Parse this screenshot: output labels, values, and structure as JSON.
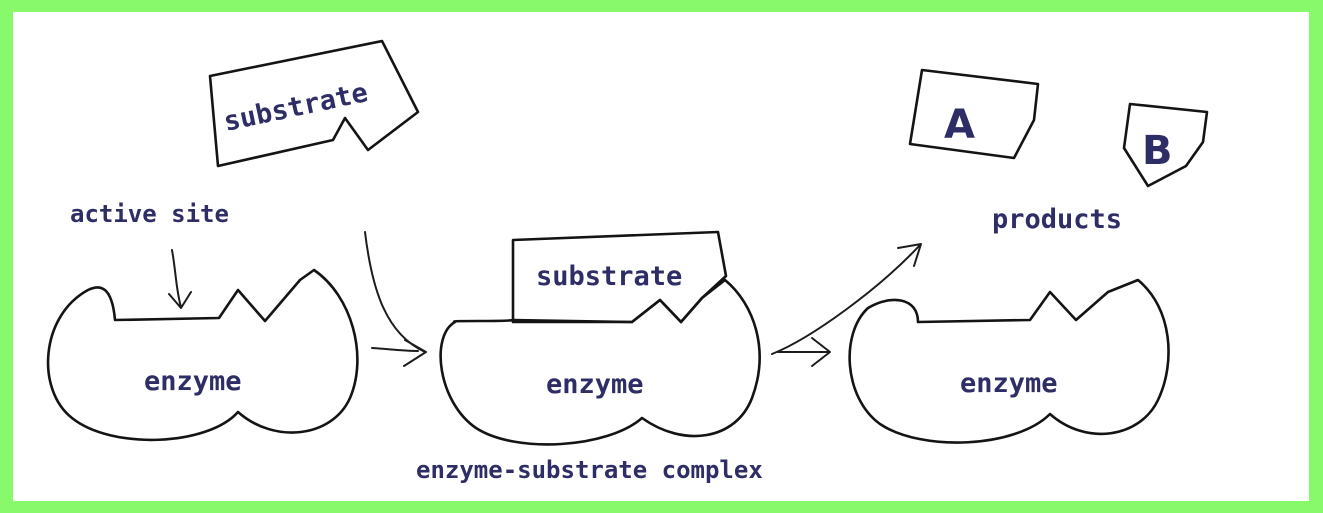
{
  "labels": {
    "substrate_free": "substrate",
    "active_site": "active site",
    "enzyme_left": "enzyme",
    "substrate_bound": "substrate",
    "enzyme_middle": "enzyme",
    "complex": "enzyme-substrate complex",
    "product_a": "A",
    "product_b": "B",
    "products": "products",
    "enzyme_right": "enzyme"
  },
  "colors": {
    "border": "#88f96a",
    "ink": "#2e2d66",
    "stroke": "#141414"
  }
}
